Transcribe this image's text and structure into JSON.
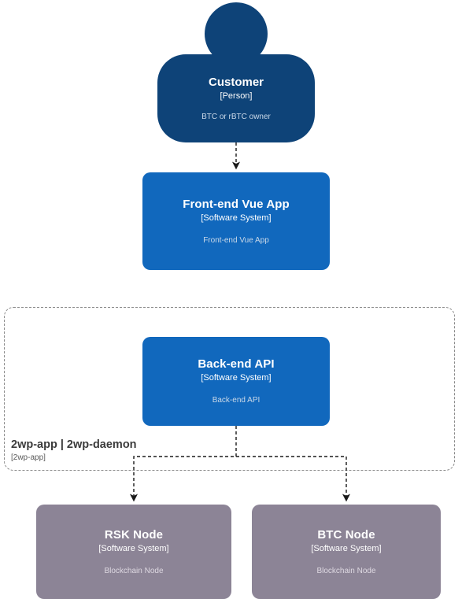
{
  "diagram": {
    "type": "C4 System Context",
    "background": "#ffffff",
    "colors": {
      "person": "#0e4378",
      "software_system": "#1168bd",
      "external_node": "#8c8496",
      "boundary_border": "#8a8a8a",
      "connector": "#1a1a1a",
      "title_text": "#ffffff",
      "description_text": "#c9d8e8"
    }
  },
  "elements": {
    "customer": {
      "name": "Customer",
      "type": "[Person]",
      "description": "BTC or rBTC owner",
      "shape": "person"
    },
    "frontend": {
      "name": "Front-end Vue App",
      "type": "[Software System]",
      "description": "Front-end Vue App",
      "shape": "rounded-box"
    },
    "backend": {
      "name": "Back-end API",
      "type": "[Software System]",
      "description": "Back-end API",
      "shape": "rounded-box"
    },
    "rsk_node": {
      "name": "RSK Node",
      "type": "[Software System]",
      "description": "Blockchain Node",
      "shape": "rounded-box"
    },
    "btc_node": {
      "name": "BTC Node",
      "type": "[Software System]",
      "description": "Blockchain Node",
      "shape": "rounded-box"
    }
  },
  "boundary": {
    "name": "2wp-app | 2wp-daemon",
    "type": "[2wp-app]",
    "style": "dashed"
  },
  "relationships": [
    {
      "from": "customer",
      "to": "frontend",
      "label": "",
      "style": "dashed",
      "arrow": "open-down"
    },
    {
      "from": "backend",
      "to": "rsk_node",
      "label": "",
      "style": "dashed",
      "arrow": "open-down"
    },
    {
      "from": "backend",
      "to": "btc_node",
      "label": "",
      "style": "dashed",
      "arrow": "open-down"
    }
  ]
}
